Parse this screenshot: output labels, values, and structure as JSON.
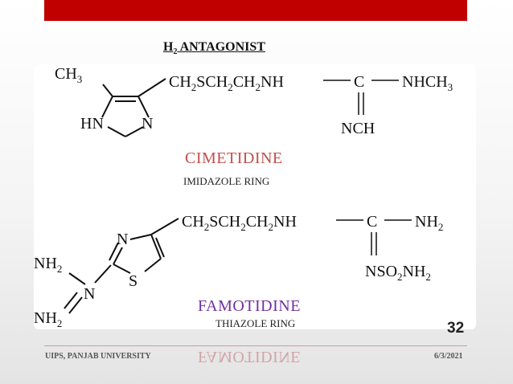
{
  "slide": {
    "title_main": "H",
    "title_sub": "2",
    "title_rest": " ANTAGONIST",
    "number": "32",
    "footer_left": "UIPS, PANJAB UNIVERSITY",
    "footer_right": "6/3/2021",
    "accent_color": "#c00000"
  },
  "cimetidine": {
    "name": "CIMETIDINE",
    "ring_label": "IMIDAZOLE RING",
    "substituent_methyl": "CH",
    "substituent_methyl_sub": "3",
    "ring_nh": "HN",
    "ring_n": "N",
    "chain": [
      "CH",
      "2",
      "SCH",
      "2",
      "CH",
      "2",
      "NH"
    ],
    "center_c": "C",
    "terminal": [
      "NHCH",
      "3"
    ],
    "bottom": "NCH",
    "name_color": "#c0504d"
  },
  "famotidine": {
    "name": "FAMOTIDINE",
    "reflection": "FAMOTIDINE",
    "ring_label": "THIAZOLE RING",
    "ring_n": "N",
    "ring_s": "S",
    "guanidine_n": "N",
    "nh2_top": [
      "NH",
      "2"
    ],
    "nh2_bottom": [
      "NH",
      "2"
    ],
    "chain": [
      "CH",
      "2",
      "SCH",
      "2",
      "CH",
      "2",
      "NH"
    ],
    "center_c": "C",
    "terminal": [
      "NH",
      "2"
    ],
    "bottom": [
      "NSO",
      "2",
      "NH",
      "2"
    ],
    "name_color": "#7030a0"
  }
}
